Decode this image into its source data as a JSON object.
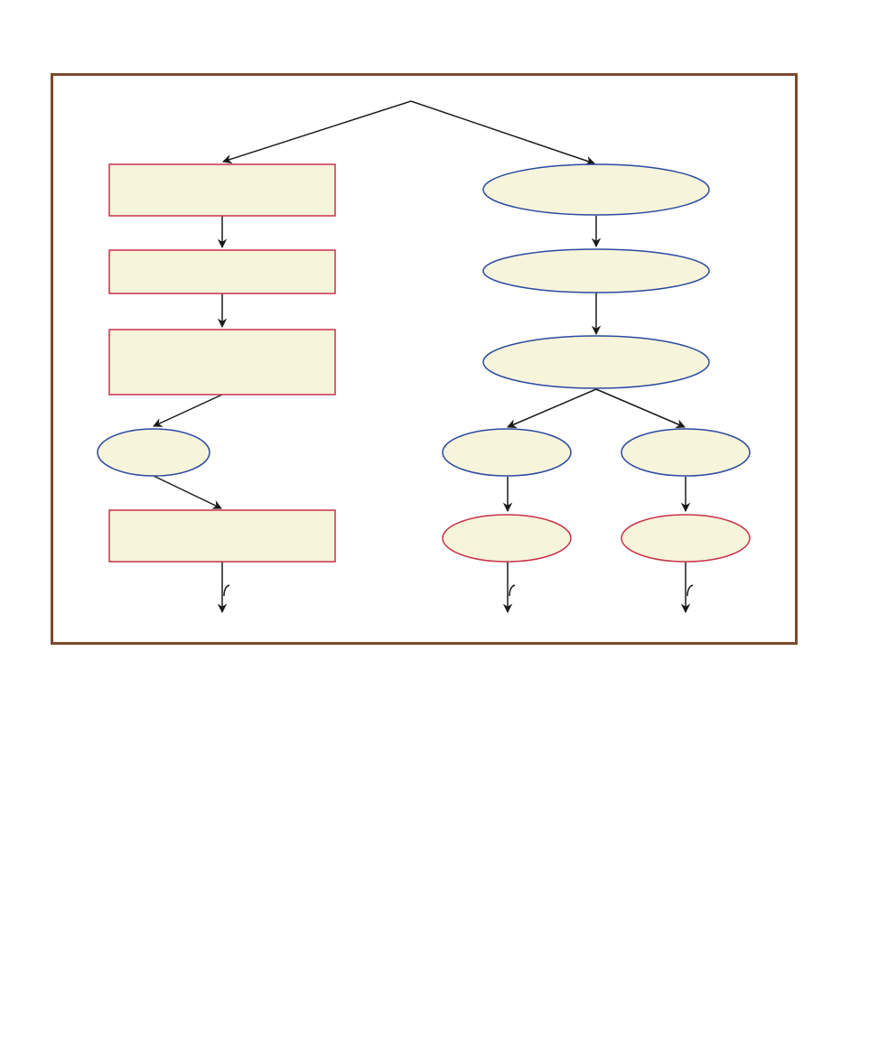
{
  "diagram": {
    "frame_color": "#7a4a2e",
    "node_fill": "#f6f4da",
    "rect_border_color": "#c8324a",
    "ellipse_border_color": "#2a4aa0",
    "connector_color": "#1a1a1a",
    "nodes": [
      {
        "key": "left-box-1",
        "shape": "rect",
        "text": ""
      },
      {
        "key": "left-box-2",
        "shape": "rect",
        "text": ""
      },
      {
        "key": "left-box-3",
        "shape": "rect",
        "text": ""
      },
      {
        "key": "left-ellipse",
        "shape": "ellipse",
        "text": ""
      },
      {
        "key": "left-box-4",
        "shape": "rect",
        "text": ""
      },
      {
        "key": "right-ellipse-1",
        "shape": "ellipse",
        "text": ""
      },
      {
        "key": "right-ellipse-2",
        "shape": "ellipse",
        "text": ""
      },
      {
        "key": "right-ellipse-3",
        "shape": "ellipse",
        "text": ""
      },
      {
        "key": "right-branch-left-ellipse",
        "shape": "ellipse",
        "text": ""
      },
      {
        "key": "right-branch-right-ellipse",
        "shape": "ellipse",
        "text": ""
      },
      {
        "key": "right-branch-left-red-ellipse",
        "shape": "ellipse",
        "text": ""
      },
      {
        "key": "right-branch-right-red-ellipse",
        "shape": "ellipse",
        "text": ""
      }
    ]
  }
}
